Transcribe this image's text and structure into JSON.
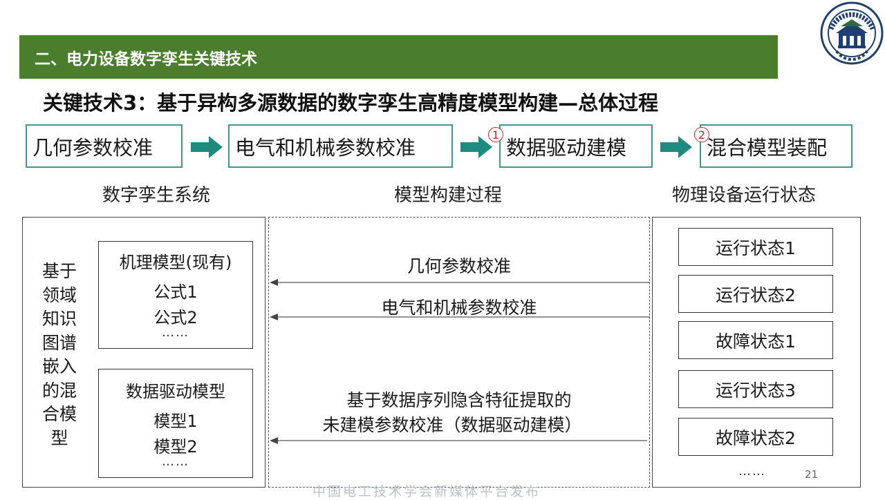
{
  "header": {
    "title": "二、电力设备数字孪生关键技术"
  },
  "subtitle": "关键技术3：基于异构多源数据的数字孪生高精度模型构建—总体过程",
  "process": {
    "steps": [
      "几何参数校准",
      "电气和机械参数校准",
      "数据驱动建模",
      "混合模型装配"
    ],
    "markers": [
      "1",
      "2"
    ]
  },
  "columns": {
    "left": "数字孪生系统",
    "middle": "模型构建过程",
    "right": "物理设备运行状态"
  },
  "left_panel": {
    "vertical_label": [
      "基于",
      "领域",
      "知识",
      "图谱",
      "嵌入",
      "的混",
      "合模",
      "型"
    ],
    "mechanism": {
      "title": "机理模型(现有)",
      "items": [
        "公式1",
        "公式2"
      ],
      "ellipsis": "……"
    },
    "datadriven": {
      "title": "数据驱动模型",
      "items": [
        "模型1",
        "模型2"
      ],
      "ellipsis": "……"
    }
  },
  "middle_panel": {
    "flow1": "几何参数校准",
    "flow2": "电气和机械参数校准",
    "flow3_line1": "基于数据序列隐含特征提取的",
    "flow3_line2": "未建模参数校准（数据驱动建模）"
  },
  "right_panel": {
    "states": [
      "运行状态1",
      "运行状态2",
      "故障状态1",
      "运行状态3",
      "故障状态2"
    ],
    "ellipsis": "……"
  },
  "footer": {
    "watermark": "中国电工技术学会新媒体平台发布",
    "page_number": "21"
  },
  "colors": {
    "banner": "#4a7d2c",
    "accent_teal": "#3a9a8f",
    "marker_red": "#d02020"
  }
}
